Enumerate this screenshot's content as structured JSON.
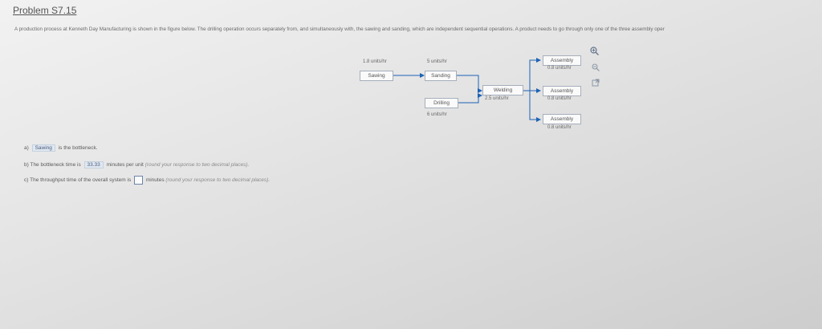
{
  "header": {
    "title": "Problem S7.15"
  },
  "intro": {
    "text": "A production process at Kenneth Day Manufacturing is shown in the figure below. The drilling operation occurs separately from, and simultaneously with, the sawing and sanding, which are independent sequential operations. A product needs to go through only one of the three assembly oper"
  },
  "diagram": {
    "sawing": {
      "label": "Sawing",
      "rate": "1.8 units/hr"
    },
    "sanding": {
      "label": "Sanding",
      "rate": "5 units/hr"
    },
    "drilling": {
      "label": "Drilling",
      "rate": "6 units/hr"
    },
    "welding": {
      "label": "Welding",
      "rate": "2.5 units/hr"
    },
    "assembly1": {
      "label": "Assembly",
      "rate": "0.8 units/hr"
    },
    "assembly2": {
      "label": "Assembly",
      "rate": "0.8 units/hr"
    },
    "assembly3": {
      "label": "Assembly",
      "rate": "0.8 units/hr"
    }
  },
  "tools": [
    "zoom-in-icon",
    "zoom-out-icon",
    "popout-icon"
  ],
  "questions": {
    "a": {
      "prefix": "a)",
      "answer": "Sawing",
      "suffix": "is the bottleneck."
    },
    "b": {
      "prefix": "b) The bottleneck time is",
      "answer": "33.33",
      "suffix": "minutes per unit",
      "hint": "(round your response to two decimal places)."
    },
    "c": {
      "prefix": "c) The throughput time of the overall system is",
      "suffix": "minutes",
      "hint": "(round your response to two decimal places)."
    }
  }
}
